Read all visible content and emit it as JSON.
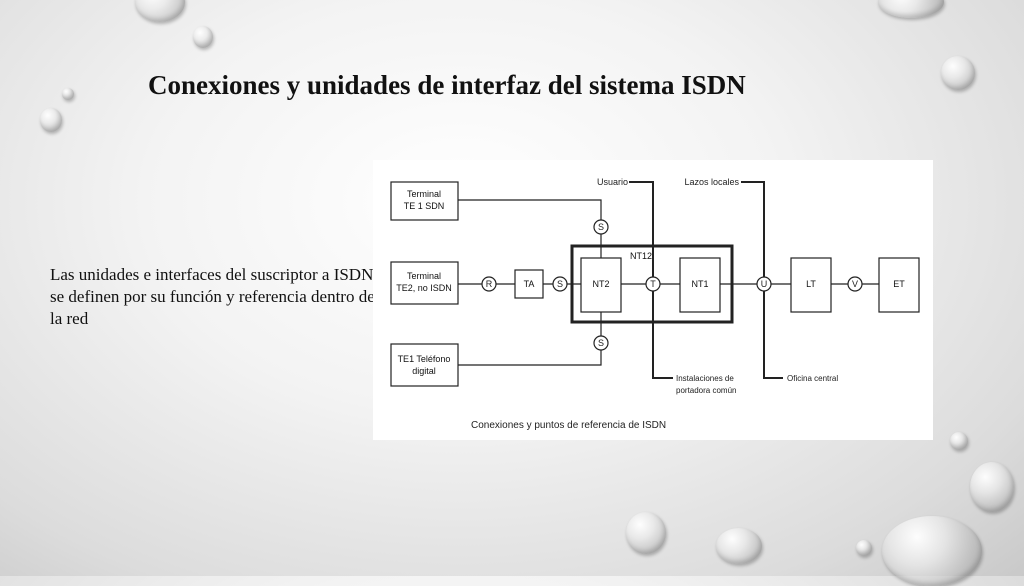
{
  "slide": {
    "title": "Conexiones y unidades de interfaz del sistema ISDN",
    "description": "Las unidades e interfaces del suscriptor a ISDN se definen por su función y referencia dentro de la red"
  },
  "diagram": {
    "terminals": {
      "te1_sdn": [
        "Terminal",
        "TE 1 SDN"
      ],
      "te2": [
        "Terminal",
        "TE2, no ISDN"
      ],
      "te1_phone": [
        "TE1 Teléfono",
        "digital"
      ]
    },
    "units": {
      "ta": "TA",
      "nt2": "NT2",
      "nt1": "NT1",
      "nt12": "NT12",
      "lt": "LT",
      "et": "ET"
    },
    "reference_points": {
      "r": "R",
      "s": "S",
      "t": "T",
      "u": "U",
      "v": "V"
    },
    "labels": {
      "usuario": "Usuario",
      "lazos_locales": "Lazos locales",
      "instalaciones": [
        "Instalaciones de",
        "portadora común"
      ],
      "oficina_central": "Oficina central"
    },
    "caption": "Conexiones y puntos de referencia de ISDN"
  }
}
